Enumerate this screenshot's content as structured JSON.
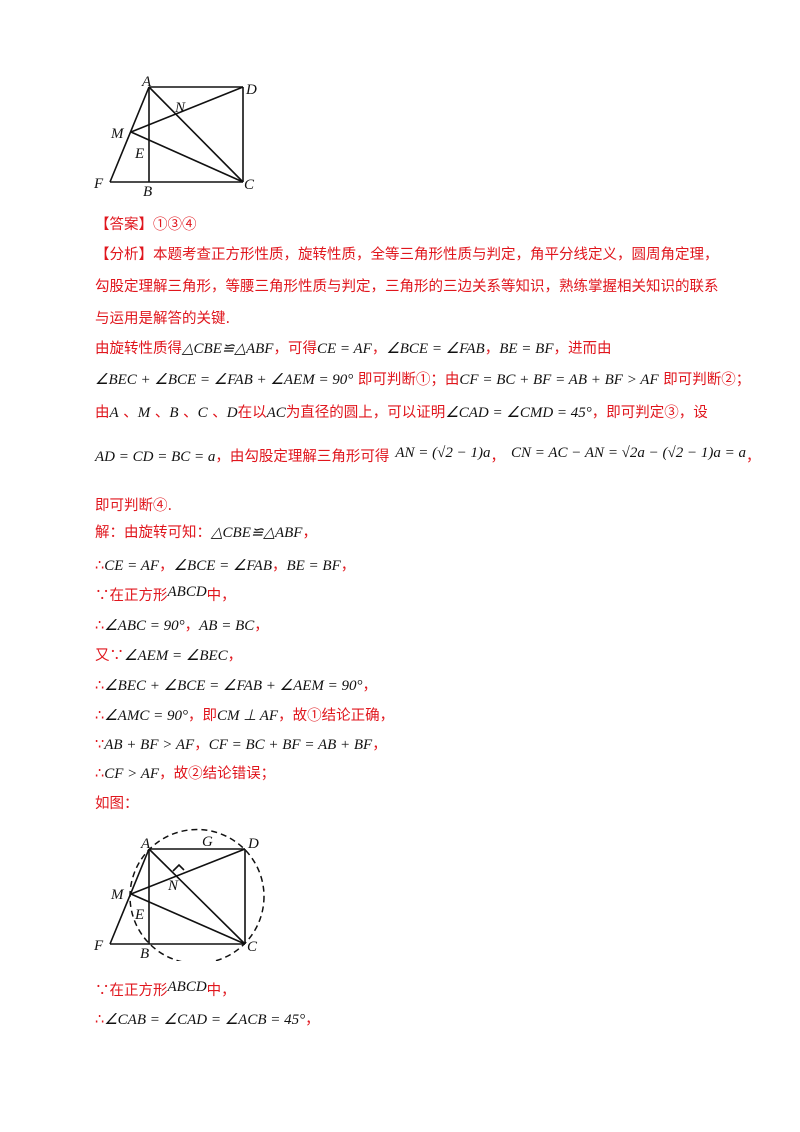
{
  "figure1_labels": {
    "A": "A",
    "D": "D",
    "N": "N",
    "M": "M",
    "E": "E",
    "F": "F",
    "B": "B",
    "C": "C"
  },
  "figure2_labels": {
    "A": "A",
    "G": "G",
    "D": "D",
    "N": "N",
    "M": "M",
    "E": "E",
    "F": "F",
    "B": "B",
    "C": "C"
  },
  "answer": {
    "bracket": "【答案】",
    "value": "①③④"
  },
  "analysis": {
    "bracket": "【分析】",
    "p1": "本题考查正方形性质，旋转性质，全等三角形性质与判定，角平分线定义，圆周角定理，",
    "p2": "勾股定理解三角形，等腰三角形性质与判定，三角形的三边关系等知识，熟练掌握相关知识的联系",
    "p3": "与运用是解答的关键."
  },
  "line4": {
    "t1": "由旋转性质得",
    "m1": "△CBE≌△ABF",
    "t2": "，可得",
    "m2": "CE = AF",
    "t3": "，",
    "m3": "∠BCE = ∠FAB",
    "t4": "，",
    "m4": "BE = BF",
    "t5": "，进而由"
  },
  "line5": {
    "m1": "∠BEC + ∠BCE = ∠FAB + ∠AEM = 90°",
    "t1": " 即可判断①；由",
    "m2": "CF = BC + BF = AB + BF > AF",
    "t2": " 即可判断②；"
  },
  "line6": {
    "t1": "由",
    "m1": "A",
    "t2": " 、",
    "m2": "M",
    "t3": " 、",
    "m3": "B",
    "t4": " 、",
    "m4": "C",
    "t5": " 、",
    "m5": "D",
    "t6": "在以",
    "m6": "AC",
    "t7": "为直径的圆上，可以证明",
    "m7": "∠CAD = ∠CMD = 45°",
    "t8": "，即可判定③，设"
  },
  "line7": {
    "m1": "AD = CD = BC = a",
    "t1": "，由勾股定理解三角形可得",
    "m2": "AN = (√2 − 1)a",
    "t2": "，",
    "m3": "CN = AC − AN = √2a − (√2 − 1)a = a",
    "t3": "，"
  },
  "line8": "即可判断④.",
  "sol1": {
    "t1": "解：由旋转可知：",
    "m1": "△CBE≌△ABF",
    "t2": "，"
  },
  "sol2": {
    "t1": "∴",
    "m1": "CE = AF",
    "t2": "，",
    "m2": "∠BCE = ∠FAB",
    "t3": "，",
    "m3": "BE = BF",
    "t4": "，"
  },
  "sol3": {
    "t1": "∵在正方形",
    "m1": "ABCD",
    "t2": "中，"
  },
  "sol4": {
    "t1": "∴",
    "m1": "∠ABC = 90°",
    "t2": "，",
    "m2": "AB = BC",
    "t3": "，"
  },
  "sol5": {
    "t1": "又∵",
    "m1": "∠AEM = ∠BEC",
    "t2": "，"
  },
  "sol6": {
    "t1": "∴",
    "m1": "∠BEC + ∠BCE = ∠FAB + ∠AEM = 90°",
    "t2": "，"
  },
  "sol7": {
    "t1": "∴",
    "m1": "∠AMC = 90°",
    "t2": "，即",
    "m2": "CM ⊥ AF",
    "t3": "，故①结论正确，"
  },
  "sol8": {
    "t1": "∵",
    "m1": "AB + BF > AF",
    "t2": "，",
    "m2": "CF = BC + BF = AB + BF",
    "t3": "，"
  },
  "sol9": {
    "t1": "∴",
    "m1": "CF > AF",
    "t2": "，故②结论错误；"
  },
  "sol10": "如图：",
  "sol11": {
    "t1": "∵在正方形",
    "m1": "ABCD",
    "t2": "中，"
  },
  "sol12": {
    "t1": "∴",
    "m1": "∠CAB = ∠CAD = ∠ACB = 45°",
    "t2": "，"
  },
  "colors": {
    "red": "#e0161d",
    "text": "#111111"
  }
}
